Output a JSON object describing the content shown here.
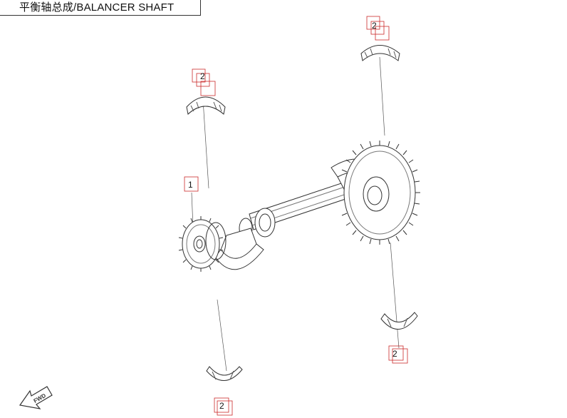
{
  "title": "平衡轴总成/BALANCER SHAFT",
  "callouts": {
    "part_1": "1",
    "part_2_top_left": "2",
    "part_2_top_right": "2",
    "part_2_bottom_right": "2",
    "part_2_bottom_left": "2"
  },
  "fwd_label": "FWD",
  "colors": {
    "line": "#333333",
    "callout_box": "#cc2b2b",
    "callout_text": "#111111"
  },
  "icons": [
    "forward-arrow-icon"
  ]
}
